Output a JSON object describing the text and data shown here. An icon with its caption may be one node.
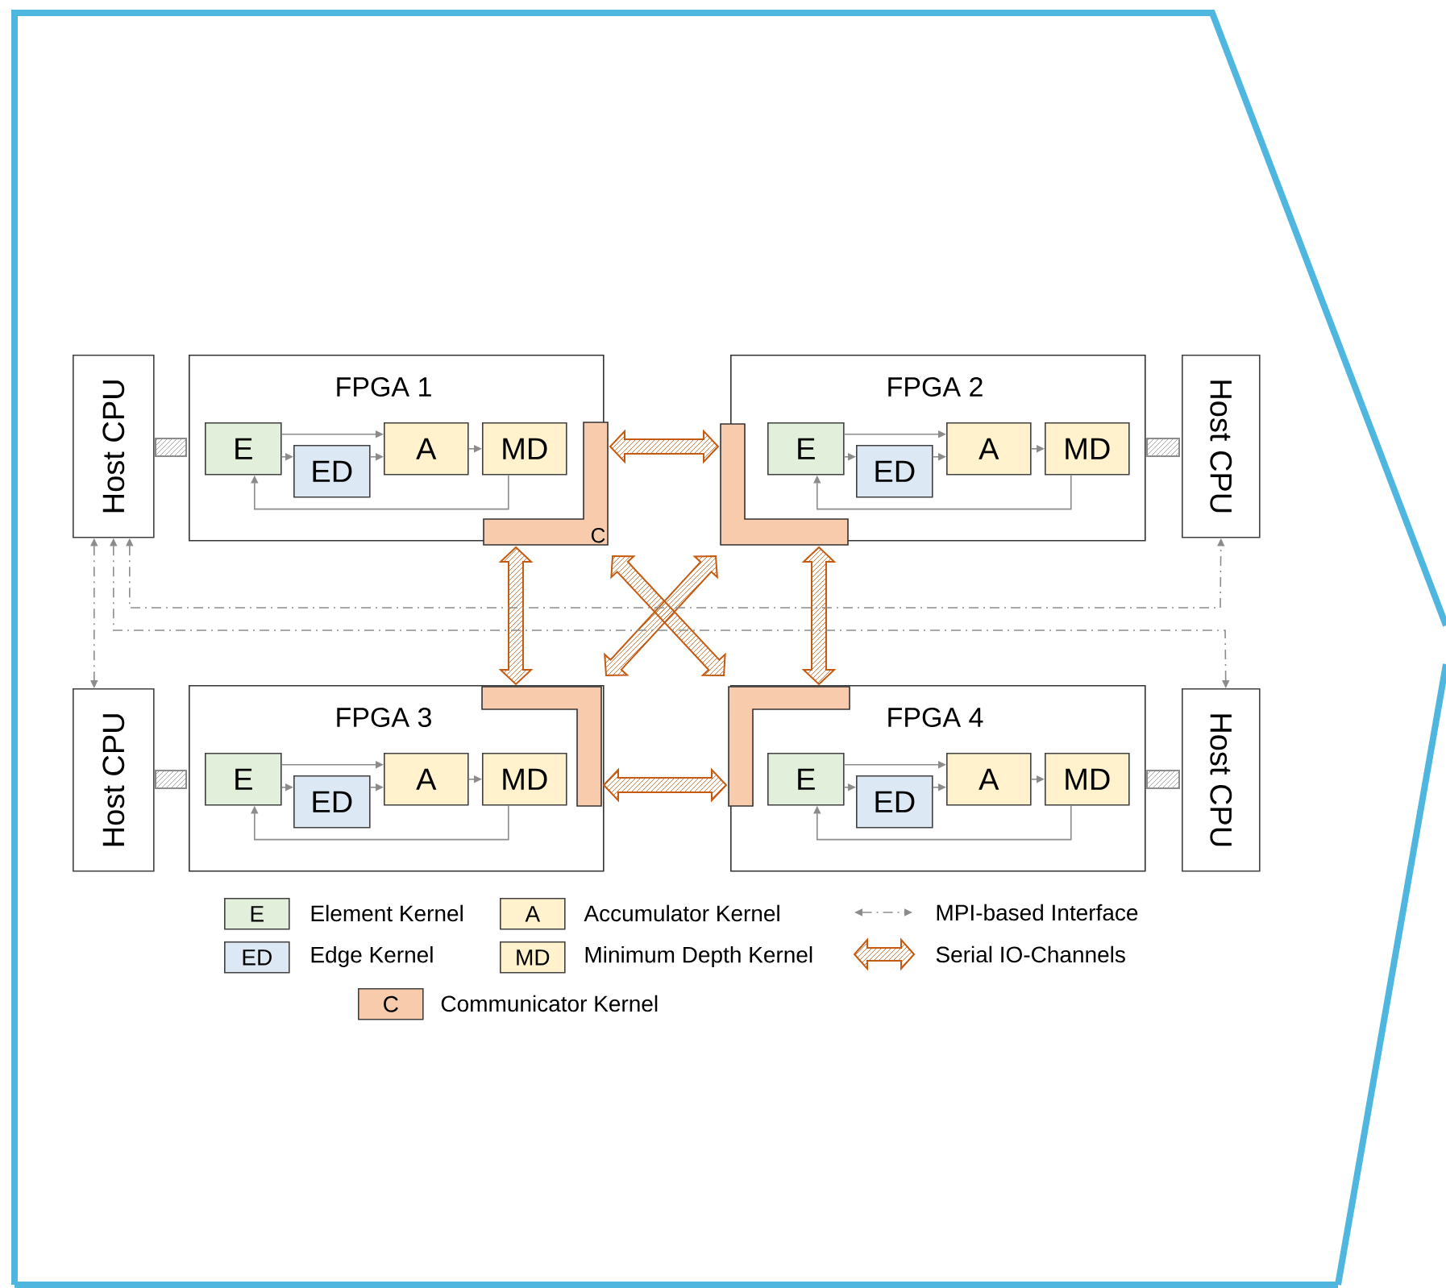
{
  "diagram": {
    "nodes": [
      {
        "text": [
          "Host CPU"
        ]
      },
      {
        "text": [
          "FPGA 1"
        ]
      },
      {
        "text": [
          "E"
        ],
        "in": 1
      },
      {
        "text": [
          "ED"
        ],
        "in": 1
      },
      {
        "text": [
          "A"
        ],
        "in": 1
      },
      {
        "text": [
          "MD"
        ],
        "in": 1
      },
      {
        "text": [
          "C"
        ],
        "in": 1
      },
      {
        "text": [
          "Host CPU"
        ]
      },
      {
        "text": [
          "FPGA 2"
        ]
      },
      {
        "text": [
          "E"
        ],
        "in": 8
      },
      {
        "text": [
          "ED"
        ],
        "in": 8
      },
      {
        "text": [
          "A"
        ],
        "in": 8
      },
      {
        "text": [
          "MD"
        ],
        "in": 8
      },
      {
        "text": [],
        "shape": "box",
        "in": 8
      },
      {
        "text": [
          "Host CPU"
        ]
      },
      {
        "text": [
          "FPGA 3"
        ]
      },
      {
        "text": [
          "E"
        ],
        "in": 15
      },
      {
        "text": [
          "ED"
        ],
        "in": 15
      },
      {
        "text": [
          "A"
        ],
        "in": 15
      },
      {
        "text": [
          "MD"
        ],
        "in": 15
      },
      {
        "text": [],
        "shape": "box",
        "in": 15
      },
      {
        "text": [
          "FPGA 4"
        ]
      },
      {
        "text": [
          "E"
        ],
        "in": 21
      },
      {
        "text": [
          "ED"
        ],
        "in": 21
      },
      {
        "text": [
          "A"
        ],
        "in": 21
      },
      {
        "text": [
          "MD"
        ],
        "in": 21
      },
      {
        "text": [],
        "shape": "box",
        "in": 21
      },
      {
        "text": [
          "Host CPU"
        ]
      }
    ],
    "edges": [
      {
        "from": 0,
        "to": 1,
        "arrow": "none",
        "style": "thick"
      },
      {
        "from": 7,
        "to": 8,
        "arrow": "none",
        "style": "thick"
      },
      {
        "from": 14,
        "to": 15,
        "arrow": "none",
        "style": "thick"
      },
      {
        "from": 27,
        "to": 21,
        "arrow": "none",
        "style": "thick"
      },
      {
        "from": 2,
        "to": 4,
        "arrow": "to"
      },
      {
        "from": 2,
        "to": 3,
        "arrow": "to"
      },
      {
        "from": 3,
        "to": 4,
        "arrow": "to"
      },
      {
        "from": 4,
        "to": 5,
        "arrow": "to"
      },
      {
        "from": 5,
        "to": 2,
        "arrow": "to"
      },
      {
        "from": 9,
        "to": 11,
        "arrow": "to"
      },
      {
        "from": 9,
        "to": 10,
        "arrow": "to"
      },
      {
        "from": 10,
        "to": 11,
        "arrow": "to"
      },
      {
        "from": 11,
        "to": 12,
        "arrow": "to"
      },
      {
        "from": 12,
        "to": 9,
        "arrow": "to"
      },
      {
        "from": 16,
        "to": 18,
        "arrow": "to"
      },
      {
        "from": 16,
        "to": 17,
        "arrow": "to"
      },
      {
        "from": 17,
        "to": 18,
        "arrow": "to"
      },
      {
        "from": 18,
        "to": 19,
        "arrow": "to"
      },
      {
        "from": 19,
        "to": 16,
        "arrow": "to"
      },
      {
        "from": 22,
        "to": 24,
        "arrow": "to"
      },
      {
        "from": 22,
        "to": 23,
        "arrow": "to"
      },
      {
        "from": 23,
        "to": 24,
        "arrow": "to"
      },
      {
        "from": 24,
        "to": 25,
        "arrow": "to"
      },
      {
        "from": 25,
        "to": 22,
        "arrow": "to"
      },
      {
        "from": 6,
        "to": 13,
        "arrow": "both",
        "style": "thick",
        "color": "#c55a11"
      },
      {
        "from": 6,
        "to": 20,
        "arrow": "both",
        "style": "thick",
        "color": "#c55a11"
      },
      {
        "from": 13,
        "to": 26,
        "arrow": "both",
        "style": "thick",
        "color": "#c55a11"
      },
      {
        "from": 6,
        "to": 26,
        "arrow": "both",
        "style": "thick",
        "color": "#c55a11"
      },
      {
        "from": 13,
        "to": 20,
        "arrow": "both",
        "style": "thick",
        "color": "#c55a11"
      },
      {
        "from": 20,
        "to": 26,
        "arrow": "both",
        "style": "thick",
        "color": "#c55a11"
      },
      {
        "from": 0,
        "to": 14,
        "arrow": "both",
        "style": "dashed"
      },
      {
        "from": 0,
        "to": 7,
        "arrow": "both",
        "style": "dashed"
      },
      {
        "from": 0,
        "to": 27,
        "arrow": "both",
        "style": "dashed"
      }
    ],
    "labels": [
      "E",
      "A",
      "ED",
      "MD",
      "C"
    ],
    "legend": [
      {
        "text": "Element Kernel",
        "color": "#e2efda"
      },
      {
        "text": "Accumulator Kernel",
        "color": "#fff2cc"
      },
      {
        "text": "MPI-based Interface"
      },
      {
        "text": "Edge Kernel",
        "color": "#dde8f5"
      },
      {
        "text": "Minimum Depth Kernel",
        "color": "#fff2cc"
      },
      {
        "text": "Serial IO-Channels"
      },
      {
        "text": "Communicator Kernel",
        "color": "#f8cbad"
      }
    ]
  }
}
